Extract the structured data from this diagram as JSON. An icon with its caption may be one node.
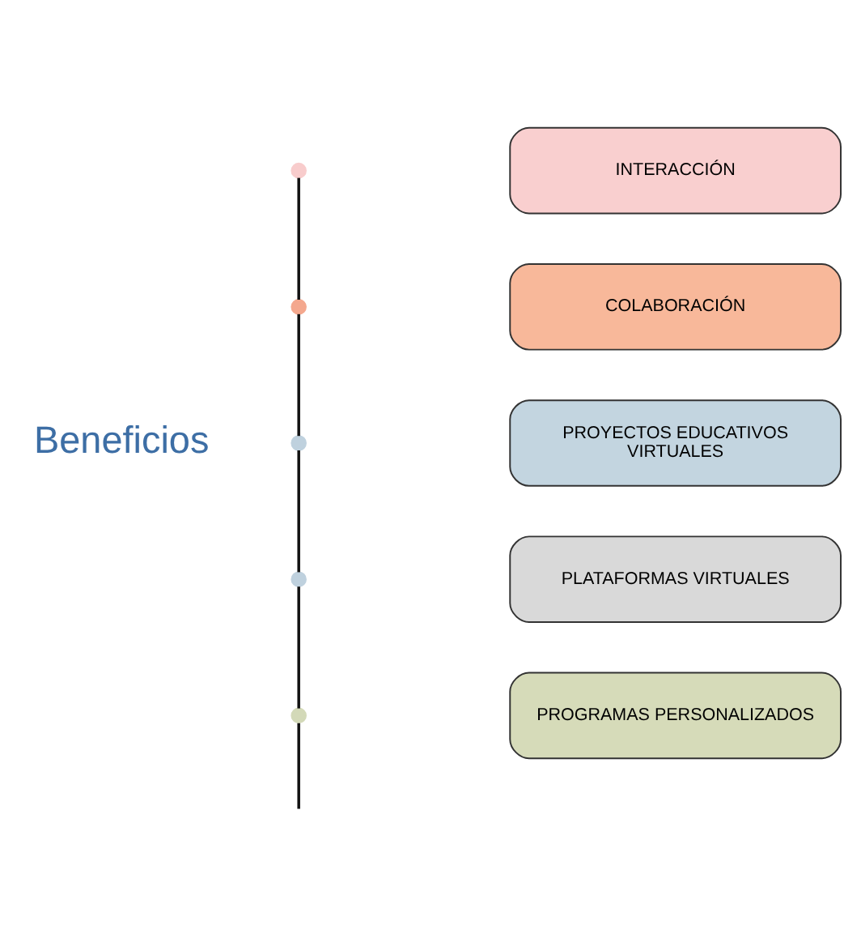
{
  "diagram": {
    "nodes": [
      {
        "text": [],
        "shape": "circle"
      },
      {
        "text": [
          "INTERACCIÓN"
        ]
      },
      {
        "text": [],
        "shape": "circle"
      },
      {
        "text": [
          "COLABORACIÓN"
        ]
      },
      {
        "text": [],
        "shape": "circle"
      },
      {
        "text": [
          "PROYECTOS EDUCATIVOS VIRTUALES"
        ]
      },
      {
        "text": [],
        "shape": "circle"
      },
      {
        "text": [
          "PLATAFORMAS VIRTUALES"
        ]
      },
      {
        "text": [],
        "shape": "circle"
      },
      {
        "text": [
          "PROGRAMAS PERSONALIZADOS"
        ]
      }
    ],
    "edges": [
      {
        "from": 0,
        "to": 2,
        "arrow": "none"
      },
      {
        "from": 2,
        "to": 4,
        "arrow": "none"
      },
      {
        "from": 4,
        "to": 6,
        "arrow": "none"
      },
      {
        "from": 6,
        "to": 8,
        "arrow": "none"
      },
      {
        "from": 8,
        "to": null,
        "arrow": "none"
      }
    ],
    "labels": [
      "Beneficios"
    ]
  }
}
